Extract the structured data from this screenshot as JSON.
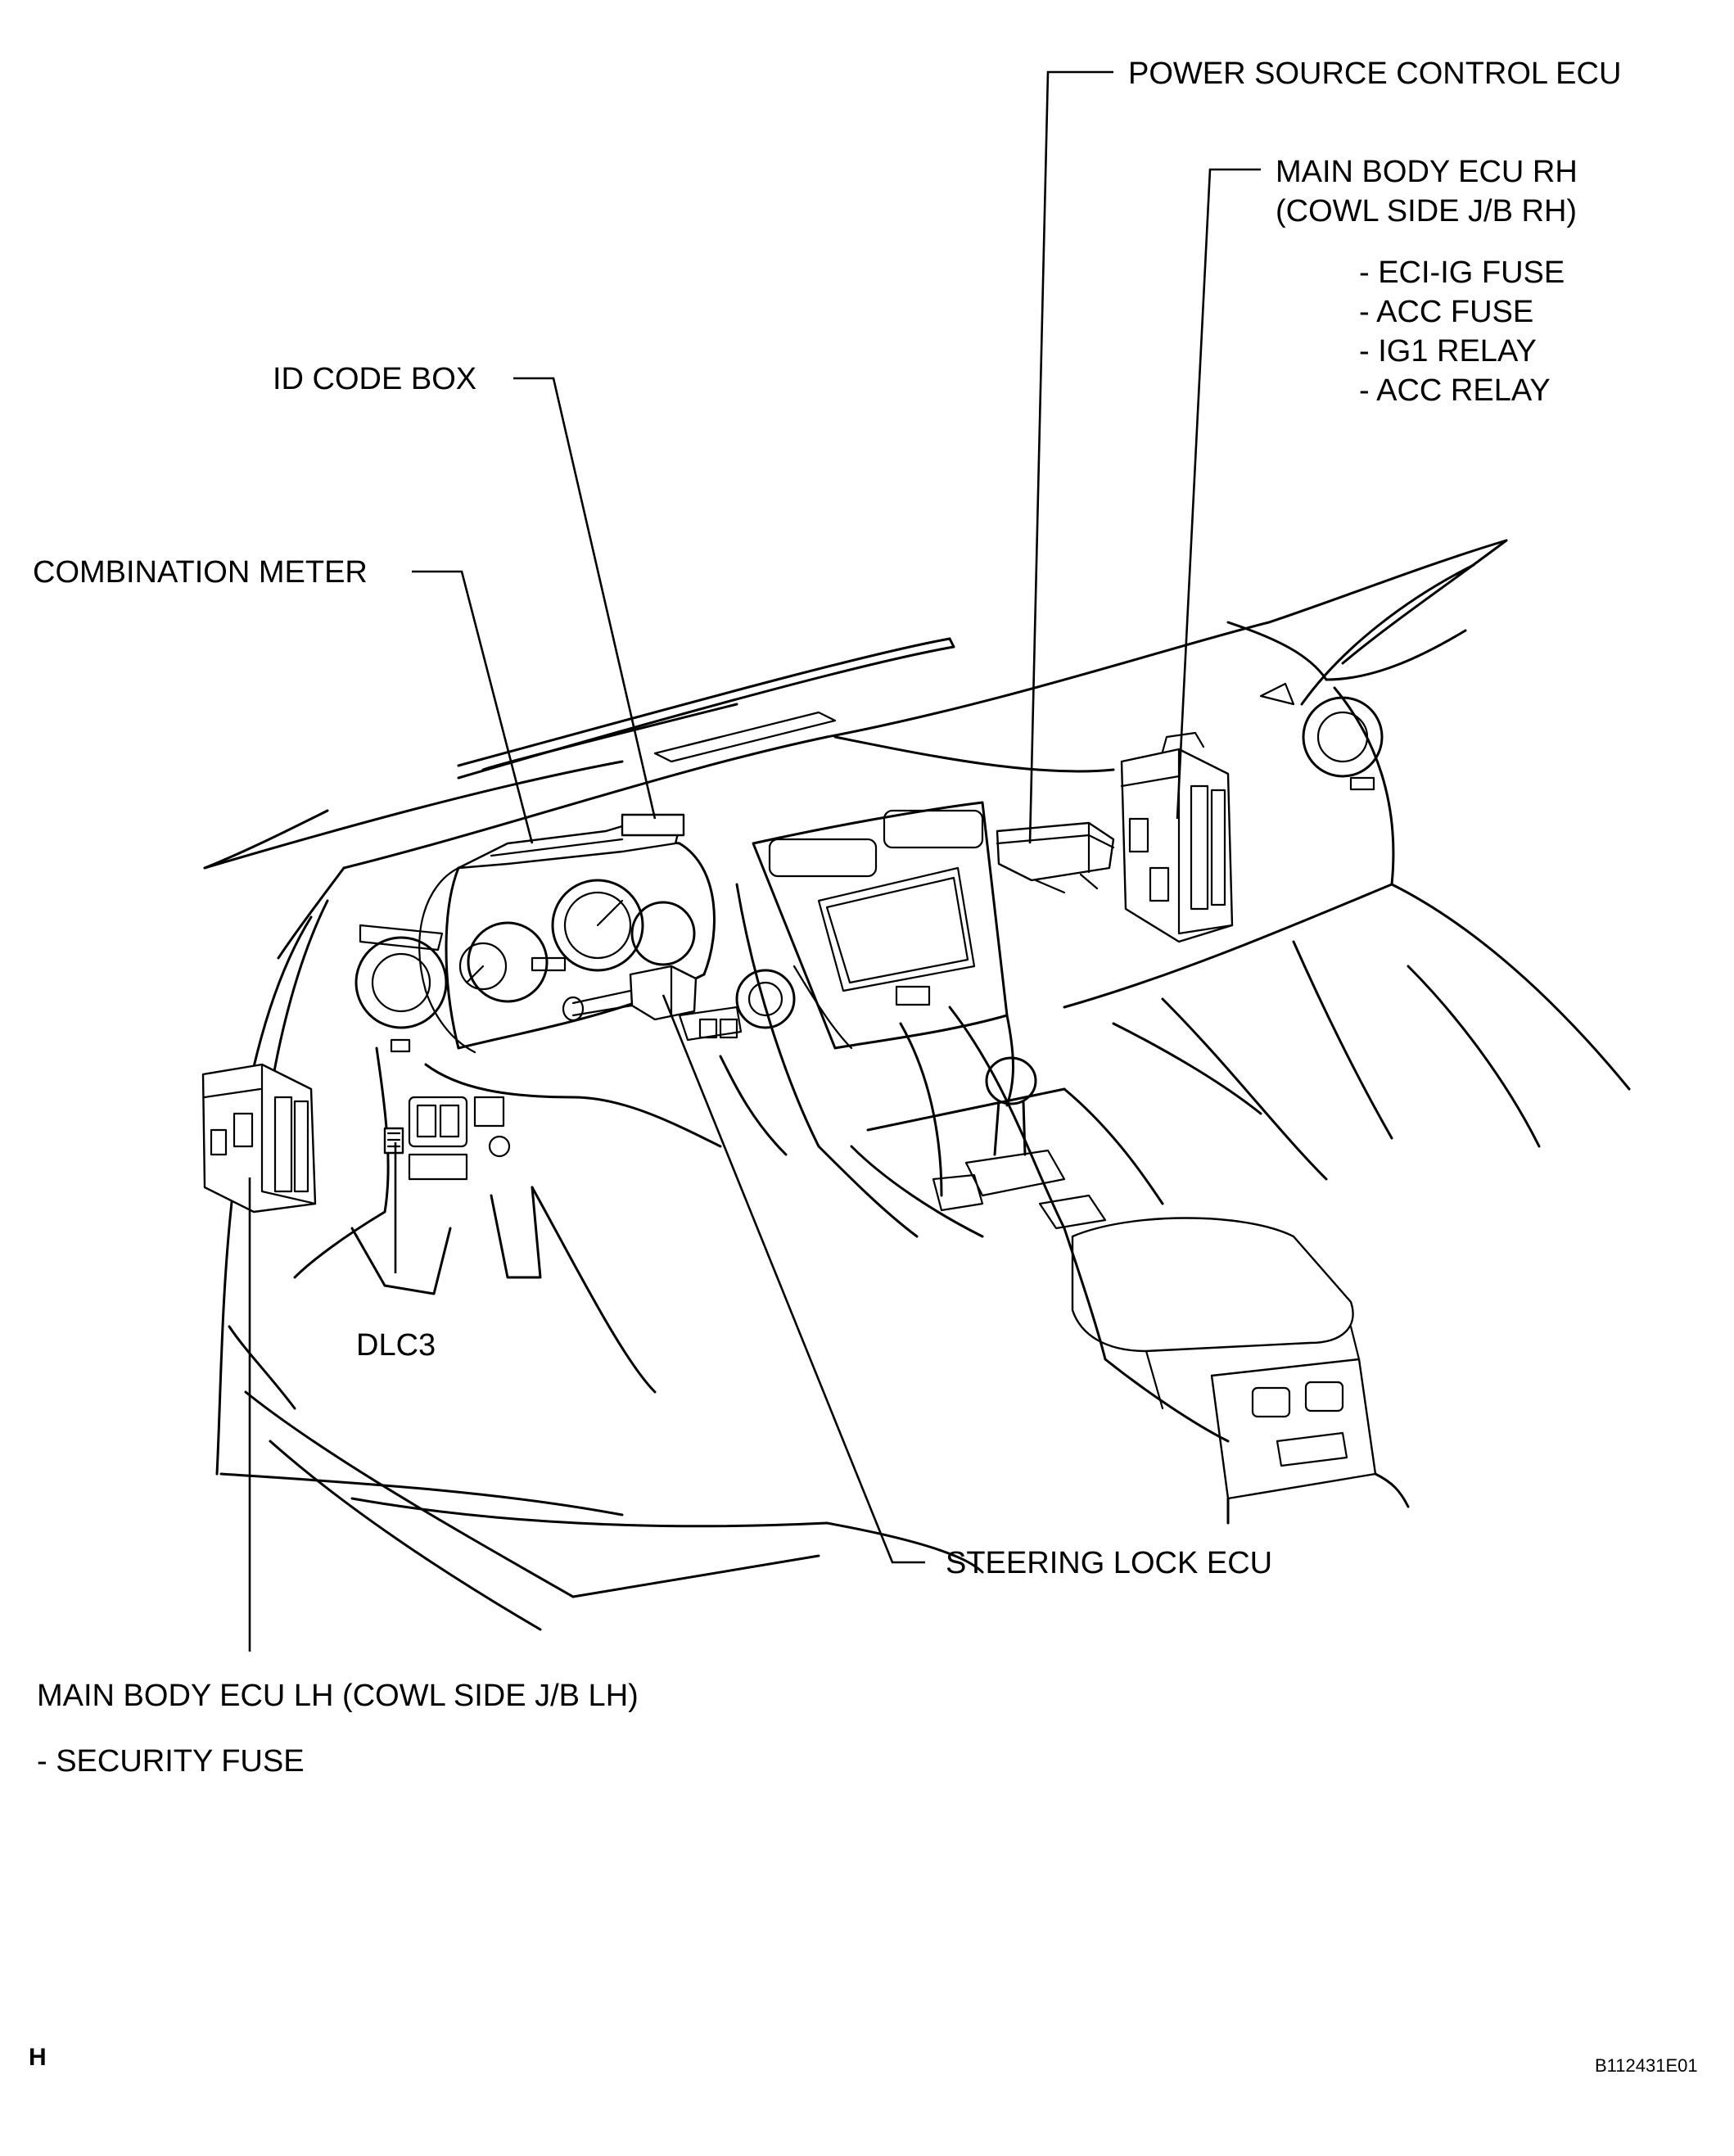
{
  "labels": {
    "power_source_control_ecu": "POWER SOURCE CONTROL ECU",
    "main_body_ecu_rh_line1": "MAIN BODY ECU RH",
    "main_body_ecu_rh_line2": "(COWL SIDE J/B RH)",
    "rh_items": [
      "- ECI-IG FUSE",
      "- ACC FUSE",
      "- IG1 RELAY",
      "- ACC RELAY"
    ],
    "id_code_box": "ID CODE BOX",
    "combination_meter": "COMBINATION METER",
    "dlc3": "DLC3",
    "steering_lock_ecu": "STEERING LOCK ECU",
    "main_body_ecu_lh": "MAIN BODY ECU LH (COWL SIDE J/B LH)",
    "lh_item": "- SECURITY FUSE"
  },
  "footer": {
    "section_letter": "H",
    "figure_code": "B112431E01"
  }
}
